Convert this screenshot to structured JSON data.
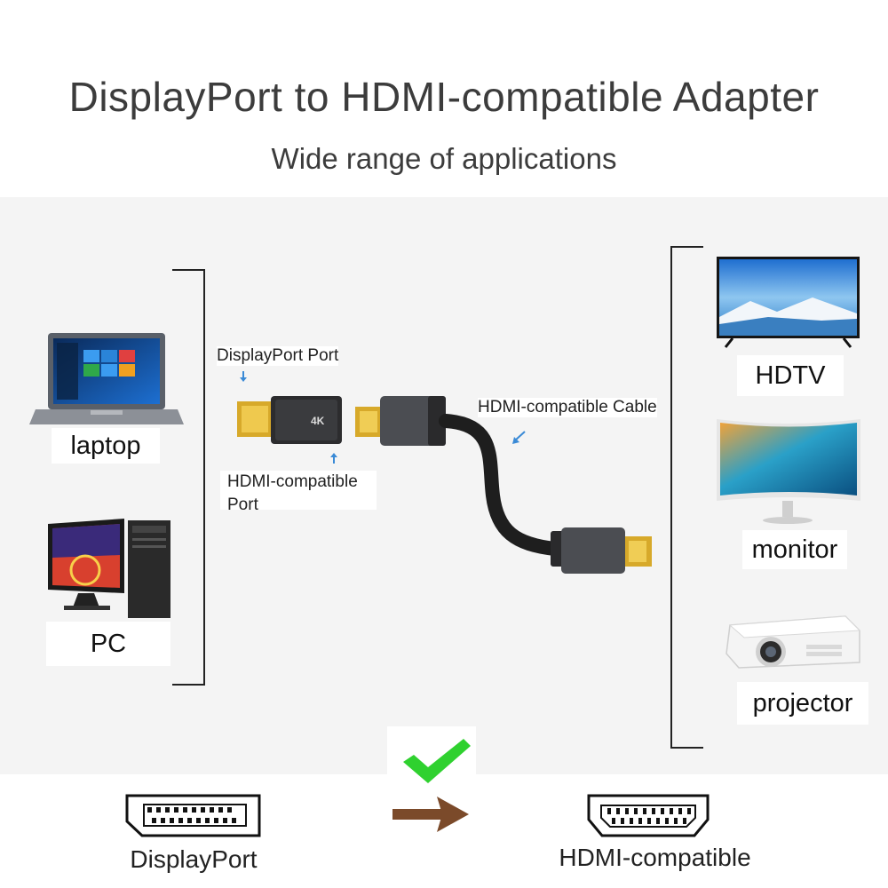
{
  "header": {
    "title": "DisplayPort to HDMI-compatible Adapter",
    "subtitle": "Wide range of applications"
  },
  "sources": [
    {
      "label": "laptop",
      "icon": "laptop-icon"
    },
    {
      "label": "PC",
      "icon": "desktop-pc-icon"
    }
  ],
  "displays": [
    {
      "label": "HDTV",
      "icon": "hdtv-icon"
    },
    {
      "label": "monitor",
      "icon": "curved-monitor-icon"
    },
    {
      "label": "projector",
      "icon": "projector-icon"
    }
  ],
  "adapter": {
    "displayport_port_label": "DisplayPort Port",
    "hdmi_port_label": "HDMI-compatible Port",
    "cable_label": "HDMI-compatible Cable",
    "adapter_badge": "4K"
  },
  "conversion": {
    "from_label": "DisplayPort",
    "to_label": "HDMI-compatible",
    "check_color": "#2fd12f",
    "arrow_color": "#7b4a2a"
  }
}
